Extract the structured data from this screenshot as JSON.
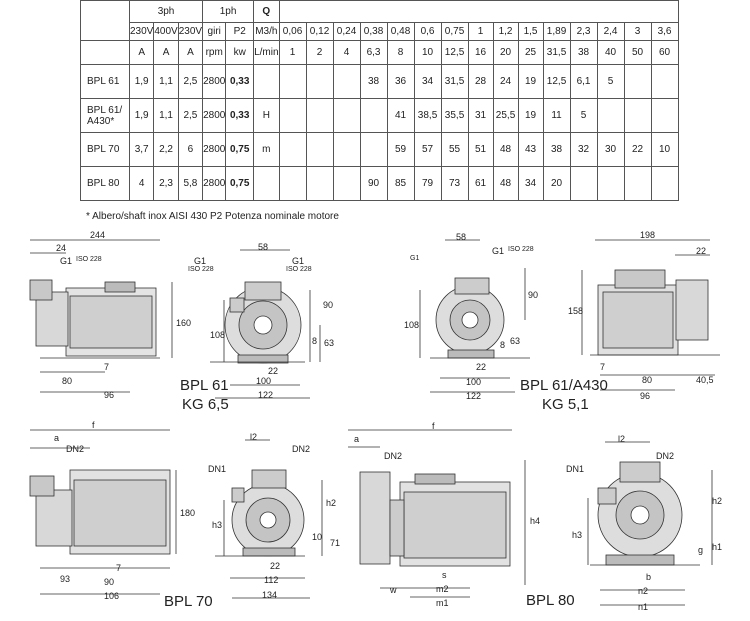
{
  "table": {
    "q_header": "Q",
    "phase_3": "3ph",
    "phase_1": "1ph",
    "unit_headers": [
      "230V",
      "400V",
      "230V",
      "giri",
      "P2"
    ],
    "unit_sub": [
      "A",
      "A",
      "A",
      "rpm",
      "kw"
    ],
    "m3h_label": "M3/h",
    "lmin_label": "L/min",
    "m3h": [
      "0,06",
      "0,12",
      "0,24",
      "0,38",
      "0,48",
      "0,6",
      "0,75",
      "1",
      "1,2",
      "1,5",
      "1,89",
      "2,3",
      "2,4",
      "3",
      "3,6"
    ],
    "lmin": [
      "1",
      "2",
      "4",
      "6,3",
      "8",
      "10",
      "12,5",
      "16",
      "20",
      "25",
      "31,5",
      "38",
      "40",
      "50",
      "60"
    ],
    "h_label": "H",
    "m_label": "m",
    "rows": [
      {
        "model": "BPL 61",
        "a1": "1,9",
        "a2": "1,1",
        "a3": "2,5",
        "rpm": "2800",
        "kw": "0,33",
        "h": [
          "",
          "",
          "",
          "38",
          "36",
          "34",
          "31,5",
          "28",
          "24",
          "19",
          "12,5",
          "6,1",
          "5",
          "",
          ""
        ]
      },
      {
        "model": "BPL 61/ A430*",
        "a1": "1,9",
        "a2": "1,1",
        "a3": "2,5",
        "rpm": "2800",
        "kw": "0,33",
        "h": [
          "",
          "",
          "",
          "",
          "41",
          "38,5",
          "35,5",
          "31",
          "25,5",
          "19",
          "11",
          "5",
          "",
          "",
          ""
        ]
      },
      {
        "model": "BPL 70",
        "a1": "3,7",
        "a2": "2,2",
        "a3": "6",
        "rpm": "2800",
        "kw": "0,75",
        "h": [
          "",
          "",
          "",
          "",
          "59",
          "57",
          "55",
          "51",
          "48",
          "43",
          "38",
          "32",
          "30",
          "22",
          "10"
        ]
      },
      {
        "model": "BPL 80",
        "a1": "4",
        "a2": "2,3",
        "a3": "5,8",
        "rpm": "2800",
        "kw": "0,75",
        "h": [
          "",
          "",
          "",
          "90",
          "85",
          "79",
          "73",
          "61",
          "48",
          "34",
          "20",
          "",
          "",
          "",
          ""
        ]
      }
    ]
  },
  "footnote": "* Albero/shaft inox AISI 430   P2 Potenza nominale motore",
  "drawings": {
    "bpl61_title": "BPL 61",
    "bpl61_sub": "KG 6,5",
    "bpl61a_title": "BPL 61/A430",
    "bpl61a_sub": "KG 5,1",
    "bpl70_title": "BPL 70",
    "bpl80_title": "BPL 80",
    "d244": "244",
    "d24": "24",
    "g1": "G1",
    "iso228": "ISO 228",
    "d160": "160",
    "d80": "80",
    "d7": "7",
    "d96": "96",
    "d58": "58",
    "d90": "90",
    "d108": "108",
    "d63": "63",
    "d8": "8",
    "d22": "22",
    "d100": "100",
    "d122": "122",
    "d198": "198",
    "d158": "158",
    "d405": "40,5",
    "f": "f",
    "a": "a",
    "dn2": "DN2",
    "dn1": "DN1",
    "d180": "180",
    "d93": "93",
    "d106": "106",
    "l2": "l2",
    "h2": "h2",
    "h3": "h3",
    "d10": "10",
    "d71": "71",
    "d112": "112",
    "d134": "134",
    "h4": "h4",
    "w": "w",
    "s": "s",
    "m2": "m2",
    "m1": "m1",
    "h1": "h1",
    "g": "g",
    "b": "b",
    "n2": "n2",
    "n1": "n1"
  }
}
